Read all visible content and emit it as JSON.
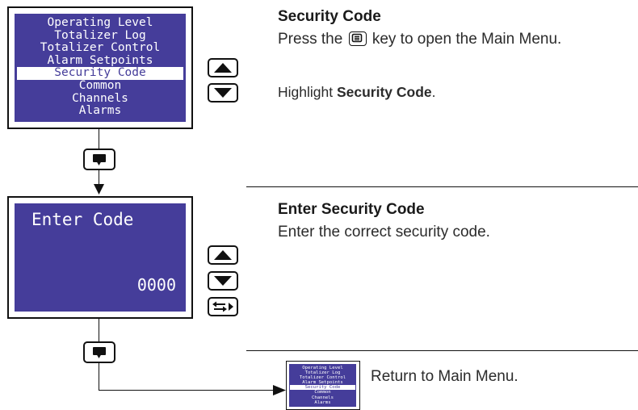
{
  "screen1": {
    "menu_items": [
      "Operating Level",
      "Totalizer Log",
      "Totalizer Control",
      "Alarm Setpoints",
      "Security Code",
      "Common",
      "Channels",
      "Alarms"
    ],
    "selected_index": 4
  },
  "screen2": {
    "title": "Enter Code",
    "value": "0000"
  },
  "step1": {
    "heading": "Security Code",
    "line1_before": "Press the",
    "line1_after": "key to open the Main Menu.",
    "line2_before": "Highlight",
    "line2_bold": "Security Code",
    "line2_after": "."
  },
  "step2": {
    "heading": "Enter Security Code",
    "line1": "Enter the correct security code."
  },
  "step3": {
    "line1": "Return to Main Menu."
  },
  "icons": {
    "up": "up-arrow-key-icon",
    "down": "down-arrow-key-icon",
    "enter": "enter-key-icon",
    "menu": "menu-key-icon",
    "cursor": "cursor-move-key-icon"
  },
  "colors": {
    "lcd_background": "#453d9a",
    "lcd_text": "#ffffff"
  }
}
